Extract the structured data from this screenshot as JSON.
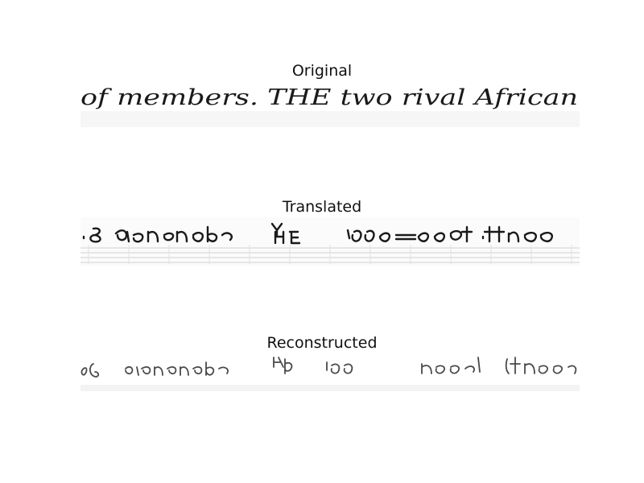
{
  "panels": [
    {
      "title": "Original",
      "line_text": "of members. THE two rival African"
    },
    {
      "title": "Translated",
      "line_text": ""
    },
    {
      "title": "Reconstructed",
      "line_text": ""
    }
  ],
  "colors": {
    "ink": "#1a1a1a",
    "faint_ink": "#8a8a8a",
    "background": "#ffffff"
  }
}
